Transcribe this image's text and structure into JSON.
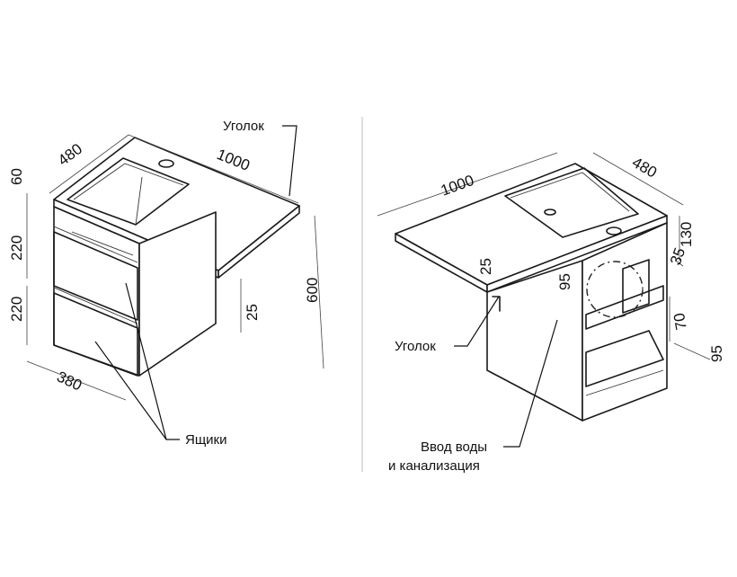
{
  "left_view": {
    "callout_corner": "Уголок",
    "callout_drawers": "Ящики",
    "dims": {
      "width": "1000",
      "depth": "480",
      "top_thickness": "60",
      "drawer_upper": "220",
      "drawer_lower": "220",
      "height": "600",
      "corner_thickness": "25",
      "base_depth": "380"
    }
  },
  "right_view": {
    "callout_corner": "Уголок",
    "callout_water_line1": "Ввод воды",
    "callout_water_line2": "и канализация",
    "dims": {
      "width": "1000",
      "depth": "480",
      "corner_thickness": "25",
      "offset_95_top": "95",
      "dim_130": "130",
      "dim_35": "35",
      "dim_70": "70",
      "dim_95_side": "95"
    }
  }
}
